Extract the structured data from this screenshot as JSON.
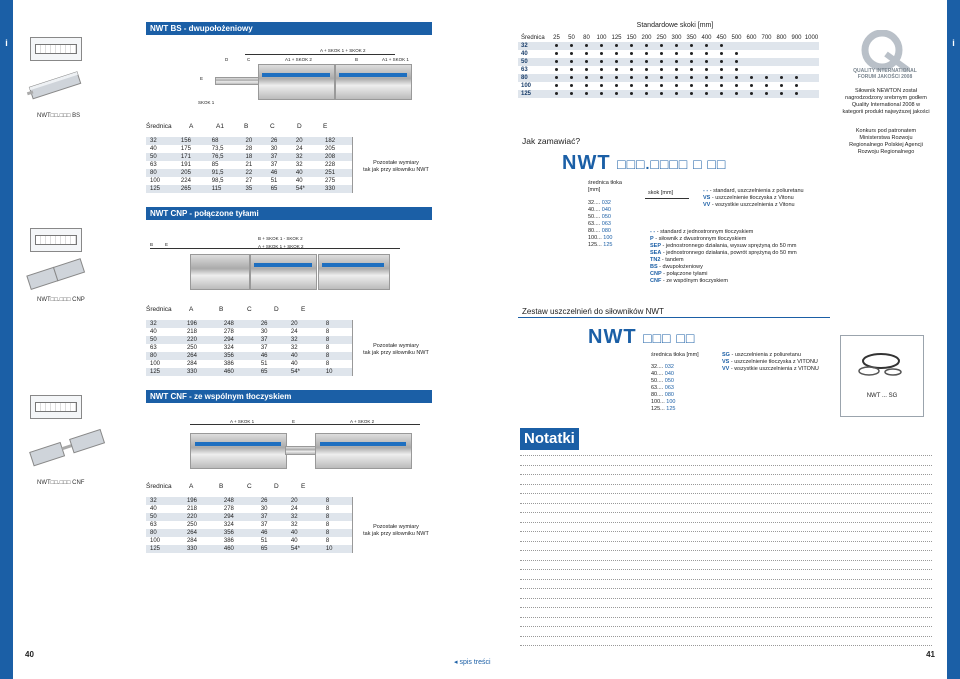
{
  "pages": {
    "left": "40",
    "right": "41",
    "toc_link": "spis treści"
  },
  "colors": {
    "brand": "#1b5fa6",
    "row_shade": "#dfe5ec"
  },
  "bs": {
    "title": "NWT BS - dwupołożeniowy",
    "caption": "NWT□□.□□□ BS",
    "dims": {
      "a_sum": "A + SKOK 1 + SKOK 2",
      "a1_skok2": "A1 + SKOK 2",
      "b": "B",
      "a1_skok1": "A1 + SKOK 1",
      "d": "D",
      "c": "C",
      "e": "E",
      "skok1": "SKOK 1"
    },
    "headers": [
      "Średnica",
      "A",
      "A1",
      "B",
      "C",
      "D",
      "E"
    ],
    "rows": [
      [
        "32",
        "156",
        "68",
        "20",
        "26",
        "20",
        "182"
      ],
      [
        "40",
        "175",
        "73,5",
        "28",
        "30",
        "24",
        "205"
      ],
      [
        "50",
        "171",
        "76,5",
        "18",
        "37",
        "32",
        "208"
      ],
      [
        "63",
        "191",
        "85",
        "21",
        "37",
        "32",
        "228"
      ],
      [
        "80",
        "205",
        "91,5",
        "22",
        "46",
        "40",
        "251"
      ],
      [
        "100",
        "224",
        "98,5",
        "27",
        "51",
        "40",
        "275"
      ],
      [
        "125",
        "265",
        "115",
        "35",
        "65",
        "54*",
        "330"
      ]
    ],
    "note": [
      "Pozostałe wymiary",
      "tak jak przy siłowniku NWT"
    ]
  },
  "cnp": {
    "title": "NWT CNP - połączone tyłami",
    "caption": "NWT□□.□□□ CNP",
    "dims": {
      "b_skok1_skok2": "B + SKOK 1 - SKOK 2",
      "a_skok1_skok2": "A + SKOK 1 + SKOK 2",
      "e": "E",
      "b": "B"
    },
    "headers": [
      "Średnica",
      "A",
      "B",
      "C",
      "D",
      "E"
    ],
    "rows": [
      [
        "32",
        "196",
        "248",
        "26",
        "20",
        "8"
      ],
      [
        "40",
        "218",
        "278",
        "30",
        "24",
        "8"
      ],
      [
        "50",
        "220",
        "294",
        "37",
        "32",
        "8"
      ],
      [
        "63",
        "250",
        "324",
        "37",
        "32",
        "8"
      ],
      [
        "80",
        "264",
        "356",
        "46",
        "40",
        "8"
      ],
      [
        "100",
        "284",
        "386",
        "51",
        "40",
        "8"
      ],
      [
        "125",
        "330",
        "460",
        "65",
        "54*",
        "10"
      ]
    ],
    "note": [
      "Pozostałe wymiary",
      "tak jak przy siłowniku NWT"
    ]
  },
  "cnf": {
    "title": "NWT CNF - ze wspólnym tłoczyskiem",
    "caption": "NWT□□.□□□ CNF",
    "dims": {
      "a_skok1": "A + SKOK 1",
      "e": "E",
      "a_skok2": "A + SKOK 2"
    },
    "headers": [
      "Średnica",
      "A",
      "B",
      "C",
      "D",
      "E"
    ],
    "rows": [
      [
        "32",
        "196",
        "248",
        "26",
        "20",
        "8"
      ],
      [
        "40",
        "218",
        "278",
        "30",
        "24",
        "8"
      ],
      [
        "50",
        "220",
        "294",
        "37",
        "32",
        "8"
      ],
      [
        "63",
        "250",
        "324",
        "37",
        "32",
        "8"
      ],
      [
        "80",
        "264",
        "356",
        "46",
        "40",
        "8"
      ],
      [
        "100",
        "284",
        "386",
        "51",
        "40",
        "8"
      ],
      [
        "125",
        "330",
        "460",
        "65",
        "54*",
        "10"
      ]
    ],
    "note": [
      "Pozostałe wymiary",
      "tak jak przy siłowniku NWT"
    ]
  },
  "strokes": {
    "title": "Standardowe skoki [mm]",
    "diam_label": "Średnica",
    "columns": [
      "25",
      "50",
      "80",
      "100",
      "125",
      "150",
      "200",
      "250",
      "300",
      "350",
      "400",
      "450",
      "500",
      "600",
      "700",
      "800",
      "900",
      "1000"
    ],
    "rows": [
      {
        "d": "32",
        "n": 12
      },
      {
        "d": "40",
        "n": 13
      },
      {
        "d": "50",
        "n": 13
      },
      {
        "d": "63",
        "n": 13
      },
      {
        "d": "80",
        "n": 17
      },
      {
        "d": "100",
        "n": 17
      },
      {
        "d": "125",
        "n": 17
      }
    ]
  },
  "award": {
    "logo_line1": "QUALITY INTERNATIONAL",
    "logo_line2": "FORUM JAKOŚCI 2008",
    "text": [
      "Siłownik NEWTON został",
      "nagrodzodzony srebrnym godłem",
      "Quality International 2008 w",
      "kategorii produkt najwyższej jakości"
    ],
    "patronage": [
      "Konkurs pod patronatem",
      "Ministerstwa Rozwoju",
      "Regionalnego Polskiej Agencji",
      "Rozwoju Regionalnego"
    ]
  },
  "order": {
    "question": "Jak zamawiać?",
    "code": "NWT",
    "code_boxes": "□□□.□□□□ □ □□",
    "diam_title": "średnica tłoka [mm]",
    "diam_list": [
      [
        "32....",
        "032"
      ],
      [
        "40....",
        "040"
      ],
      [
        "50....",
        "050"
      ],
      [
        "63....",
        "063"
      ],
      [
        "80....",
        "080"
      ],
      [
        "100...",
        "100"
      ],
      [
        "125...",
        "125"
      ]
    ],
    "stroke_label": "skok [mm]",
    "seal_options": [
      [
        "- -",
        "standard, uszczelnienia z poliuretanu"
      ],
      [
        "VS",
        "uszczelnienie tłoczyska z Vitonu"
      ],
      [
        "VV",
        "wszystkie uszczelnienia z Vitonu"
      ]
    ],
    "type_options": [
      [
        "- -",
        "standard z jednostronnym tłoczyskiem"
      ],
      [
        "P",
        "siłownik z dwustronnym tłoczyskiem"
      ],
      [
        "SEP",
        "jednostronnego działania, wysuw sprężyną do 50 mm"
      ],
      [
        "SEA",
        "jednostronnego działania, powrót sprężyną do 50 mm"
      ],
      [
        "TN2",
        "tandem"
      ],
      [
        "BS",
        "dwupołożeniowy"
      ],
      [
        "CNP",
        "połączone tyłami"
      ],
      [
        "CNF",
        "ze wspólnym tłoczyskiem"
      ]
    ]
  },
  "seals": {
    "title": "Zestaw uszczelnień do siłowników NWT",
    "code": "NWT",
    "code_boxes": "□□□ □□",
    "diam_title": "średnica tłoka [mm]",
    "diam_list": [
      [
        "32....",
        "032"
      ],
      [
        "40....",
        "040"
      ],
      [
        "50....",
        "050"
      ],
      [
        "63....",
        "063"
      ],
      [
        "80....",
        "080"
      ],
      [
        "100...",
        "100"
      ],
      [
        "125...",
        "125"
      ]
    ],
    "options": [
      [
        "SG",
        "uszczelnienia z poliuretanu"
      ],
      [
        "VS",
        "uszczelnienie tłoczyska z VITONU"
      ],
      [
        "VV",
        "wszystkie uszczelnienia z VITONU"
      ]
    ],
    "product_label": "NWT ... SG"
  },
  "notes_title": "Notatki"
}
